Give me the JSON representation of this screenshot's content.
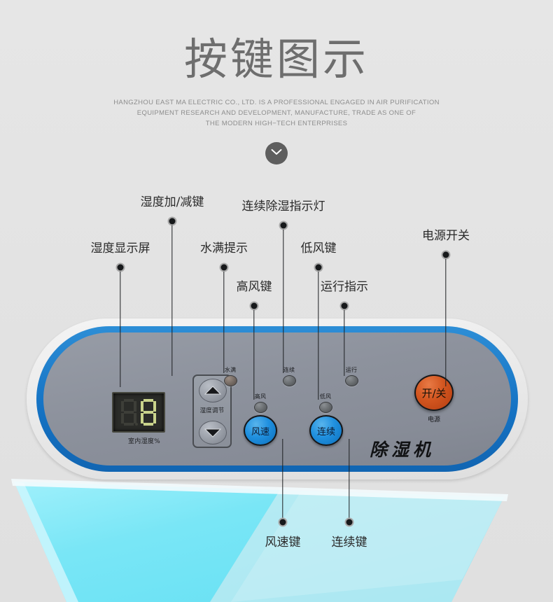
{
  "header": {
    "title": "按键图示",
    "subtitle_lines": [
      "HANGZHOU EAST MA ELECTRIC CO., LTD. IS A PROFESSIONAL ENGAGED IN AIR PURIFICATION",
      "EQUIPMENT RESEARCH AND DEVELOPMENT, MANUFACTURE, TRADE AS ONE OF",
      "THE MODERN HIGH−TECH ENTERPRISES"
    ],
    "chevron_icon": "chevron-down-icon"
  },
  "panel": {
    "brand": "除湿机",
    "display": {
      "label": "室内湿度%",
      "digits": [
        "8",
        "8"
      ],
      "digit_states": [
        "dim",
        "lit"
      ]
    },
    "humidity_adjust": {
      "label": "湿度调节",
      "up_icon": "triangle-up-icon",
      "down_icon": "triangle-down-icon"
    },
    "lamps": [
      {
        "name": "water-full",
        "label": "水满",
        "style": "warm"
      },
      {
        "name": "high-fan",
        "label": "高风",
        "style": "cool"
      },
      {
        "name": "continuous",
        "label": "连续",
        "style": "cool"
      },
      {
        "name": "low-fan",
        "label": "低风",
        "style": "cool"
      },
      {
        "name": "running",
        "label": "运行",
        "style": "cool"
      }
    ],
    "buttons": {
      "fan_speed": "风速",
      "continuous": "连续",
      "power": "开/关",
      "power_caption": "电源"
    }
  },
  "callouts": [
    {
      "name": "humidity-display",
      "label": "湿度显示屏"
    },
    {
      "name": "humidity-updown-key",
      "label": "湿度加/减键"
    },
    {
      "name": "water-full-indicator",
      "label": "水满提示"
    },
    {
      "name": "continuous-dehum-lamp",
      "label": "连续除湿指示灯"
    },
    {
      "name": "high-fan-key",
      "label": "高风键"
    },
    {
      "name": "low-fan-key",
      "label": "低风键"
    },
    {
      "name": "running-indicator",
      "label": "运行指示"
    },
    {
      "name": "power-switch",
      "label": "电源开关"
    },
    {
      "name": "fan-speed-key",
      "label": "风速键"
    },
    {
      "name": "continuous-key",
      "label": "连续键"
    }
  ],
  "colors": {
    "background": "#e3e3e3",
    "panel_ring_blue": "#1573c4",
    "panel_face": "#8d929d",
    "button_blue": "#2090df",
    "power_orange": "#d2551f",
    "body_cyan": "#7fe6f5",
    "led_green": "#c9d38b"
  }
}
